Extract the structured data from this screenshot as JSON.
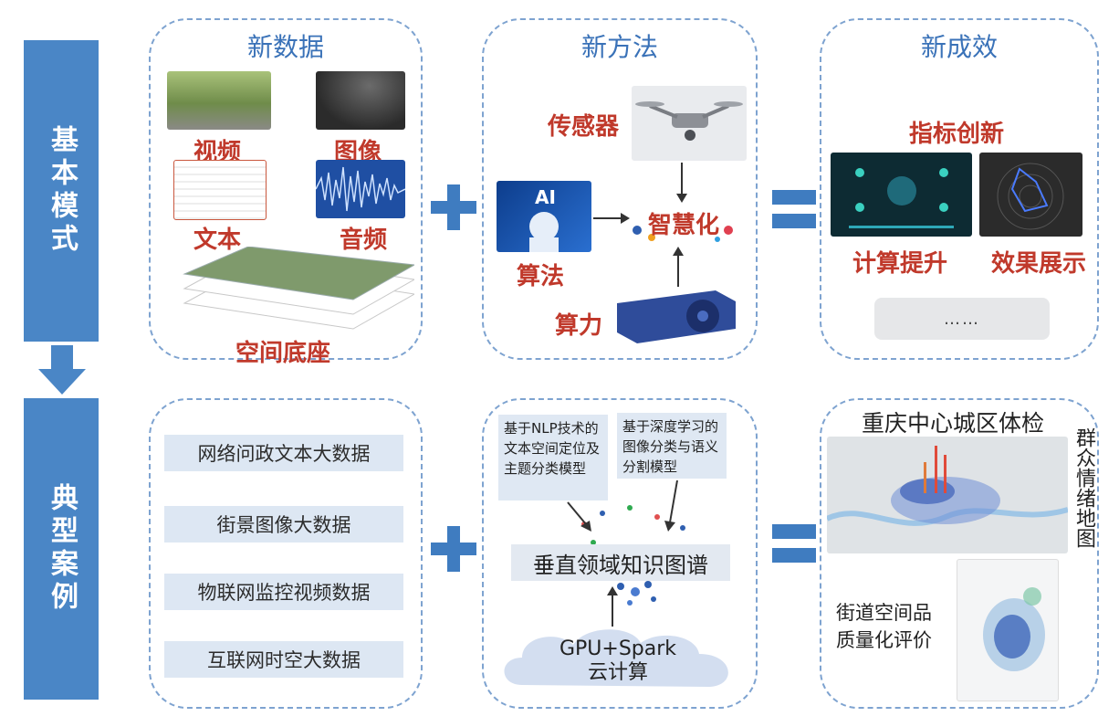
{
  "sidebar": {
    "top_label": "基本模式",
    "bottom_label": "典型案例"
  },
  "top_row": {
    "new_data": {
      "title": "新数据",
      "items": {
        "video": "视频",
        "image": "图像",
        "text": "文本",
        "audio": "音频",
        "spatial": "空间底座"
      }
    },
    "new_method": {
      "title": "新方法",
      "sensor": "传感器",
      "smart": "智慧化",
      "algorithm": "算法",
      "compute": "算力",
      "ai_badge": "AI"
    },
    "new_result": {
      "title": "新成效",
      "indicator": "指标创新",
      "compute_up": "计算提升",
      "showcase": "效果展示",
      "more": "……"
    }
  },
  "bottom_row": {
    "data_cases": [
      "网络问政文本大数据",
      "街景图像大数据",
      "物联网监控视频数据",
      "互联网时空大数据"
    ],
    "method_case": {
      "callout_nlp": "基于NLP技术的文本空间定位及主题分类模型",
      "callout_dl": "基于深度学习的图像分类与语义分割模型",
      "kg": "垂直领域知识图谱",
      "cloud_line1": "GPU+Spark",
      "cloud_line2": "云计算"
    },
    "result_case": {
      "title": "重庆中心城区体检",
      "side_label": "群众情绪地图",
      "street_line1": "街道空间品",
      "street_line2": "质量化评价"
    }
  },
  "colors": {
    "accent_blue": "#4a86c6",
    "dashed_border": "#7ea3d0",
    "title_blue": "#3a72b8",
    "label_red": "#c0392b",
    "pill_bg": "#dde7f3"
  }
}
